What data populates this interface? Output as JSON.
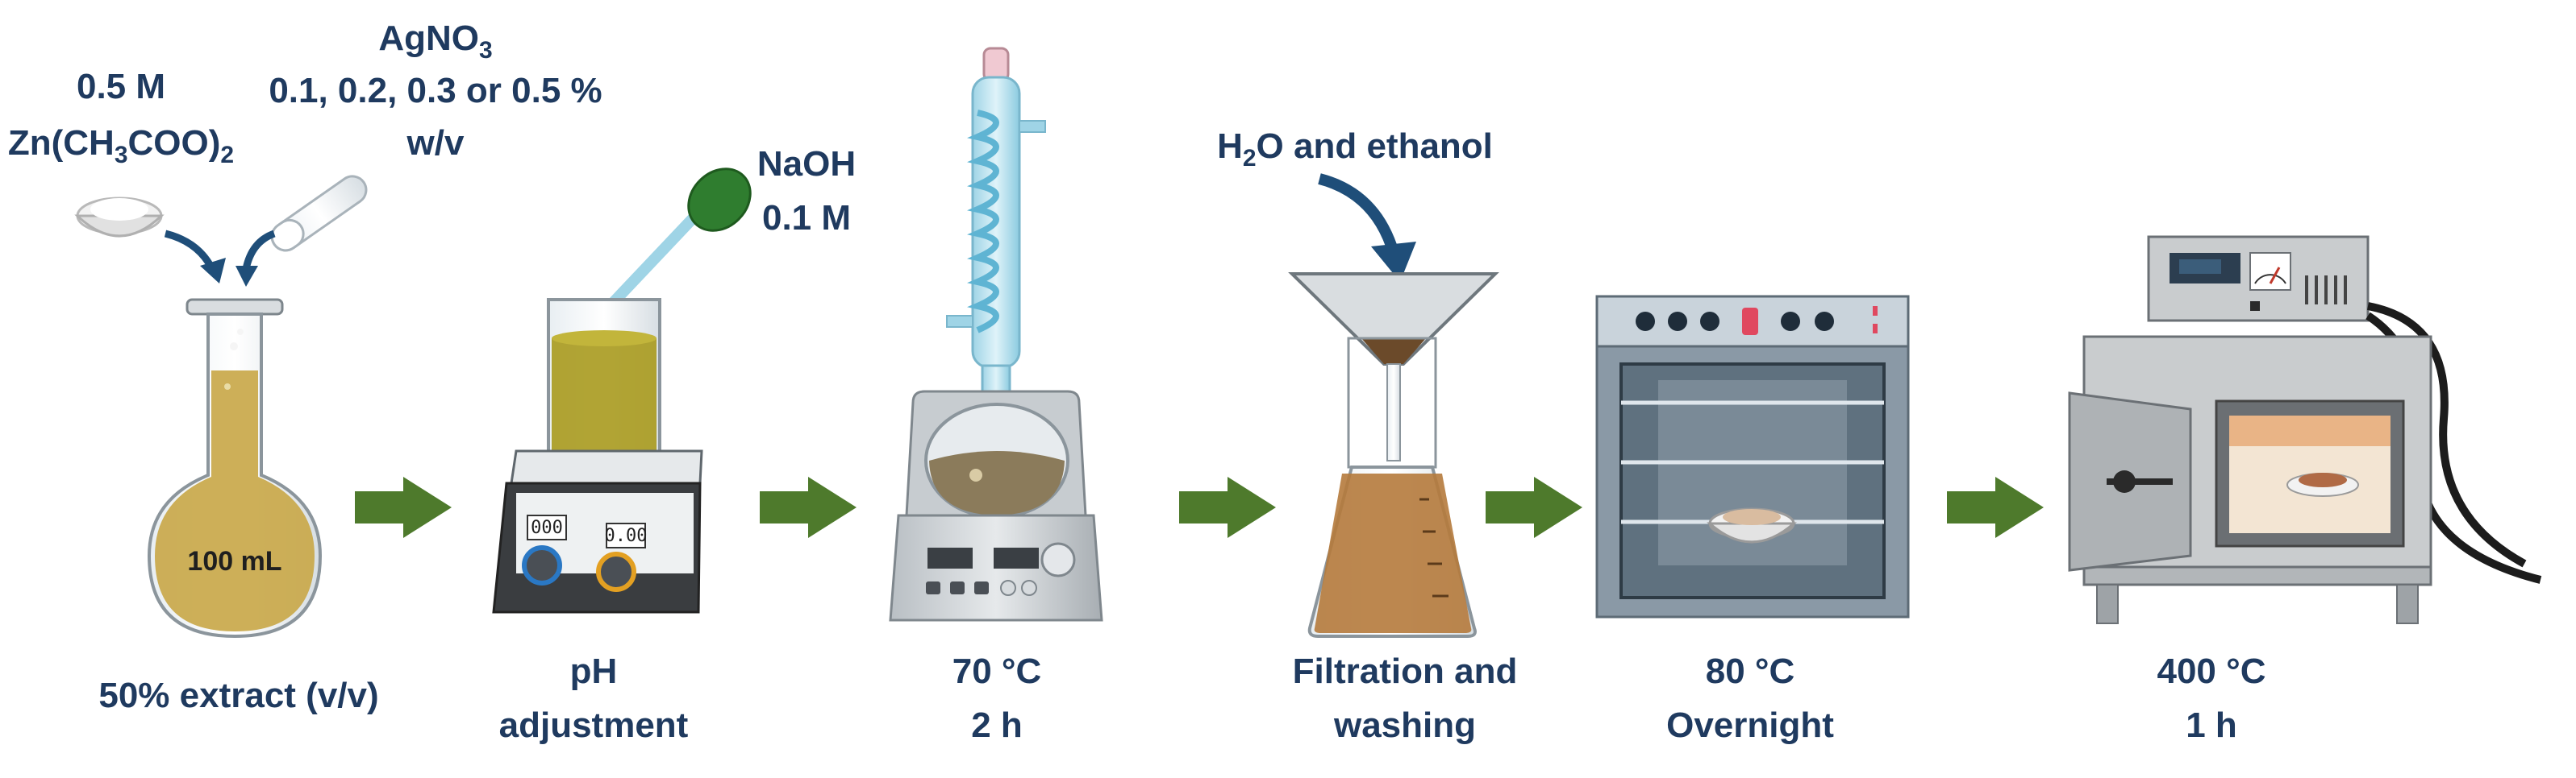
{
  "reagents": {
    "zinc_conc": "0.5 M",
    "zinc_formula_prefix": "Zn(CH",
    "zinc_formula_sub1": "3",
    "zinc_formula_mid": "COO)",
    "zinc_formula_sub2": "2",
    "silver_prefix": "AgNO",
    "silver_sub": "3",
    "silver_options": "0.1, 0.2, 0.3 or 0.5 %",
    "silver_unit": "w/v",
    "base_name": "NaOH",
    "base_conc": "0.1 M",
    "wash_prefix": "H",
    "wash_sub": "2",
    "wash_suffix": "O and ethanol"
  },
  "flask_volume": "100 mL",
  "hotplate_display_left": "000",
  "hotplate_display_right": "0.00",
  "steps": [
    {
      "line1": "50% extract (v/v)",
      "line2": ""
    },
    {
      "line1": "pH",
      "line2": "adjustment"
    },
    {
      "line1": "70 °C",
      "line2": "2 h"
    },
    {
      "line1": "Filtration and",
      "line2": "washing"
    },
    {
      "line1": "80 °C",
      "line2": "Overnight"
    },
    {
      "line1": "400 °C",
      "line2": "1 h"
    }
  ],
  "colors": {
    "label_text": "#1f3a5f",
    "arrow_green": "#4e7a2c",
    "curved_arrow": "#1f4e79",
    "extract_liquid": "#c9a84a",
    "beaker_liquid": "#a89a1e",
    "filtrate_liquid": "#b57a3c",
    "oven_body": "#8a99a6",
    "furnace_body": "#c9ccce"
  }
}
